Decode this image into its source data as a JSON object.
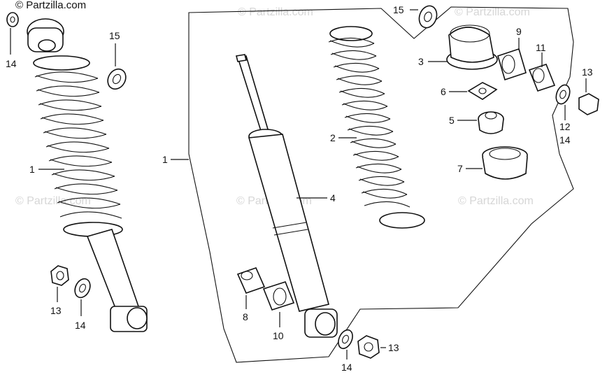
{
  "watermark_top": "© Partzilla.com",
  "watermark": "© Partzilla.com",
  "labels": {
    "l1_left": "1",
    "l1_group": "1",
    "l2": "2",
    "l3": "3",
    "l4": "4",
    "l5": "5",
    "l6": "6",
    "l7": "7",
    "l8": "8",
    "l9": "9",
    "l10": "10",
    "l11": "11",
    "l12": "12",
    "l13_left": "13",
    "l13_right": "13",
    "l13_bottom": "13",
    "l14_topleft": "14",
    "l14_left": "14",
    "l14_right": "14",
    "l14_bottom": "14",
    "l15_left": "15",
    "l15_top": "15"
  },
  "colors": {
    "ink": "#111111",
    "background": "#ffffff",
    "watermark": "#d6d6d6"
  }
}
